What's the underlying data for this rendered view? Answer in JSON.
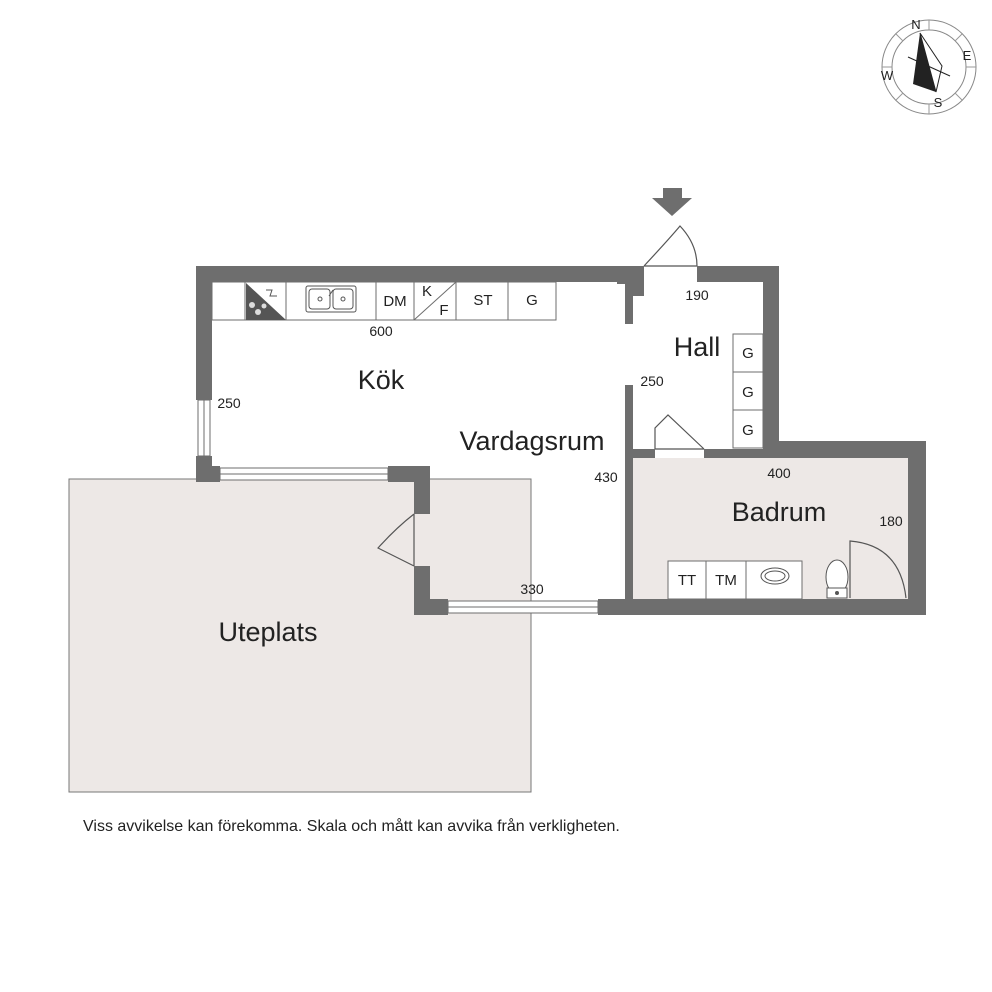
{
  "rooms": {
    "kok": "Kök",
    "vardagsrum": "Vardagsrum",
    "hall": "Hall",
    "badrum": "Badrum",
    "uteplats": "Uteplats"
  },
  "dimensions": {
    "kok_width": "600",
    "kok_height": "250",
    "hall_width": "190",
    "hall_height": "250",
    "vardagsrum_height": "430",
    "vardagsrum_width": "330",
    "badrum_width": "400",
    "badrum_height": "180"
  },
  "fixtures": {
    "dishwasher": "DM",
    "fridge": "K",
    "freezer": "F",
    "storage": "ST",
    "wardrobe": "G",
    "dryer": "TT",
    "washer": "TM"
  },
  "compass": {
    "north": "N",
    "east": "E",
    "south": "S",
    "west": "W"
  },
  "disclaimer": "Viss avvikelse kan förekomma. Skala och mått kan avvika från verkligheten.",
  "colors": {
    "wall": "#6e6e6e",
    "floor_tint": "#ede8e6",
    "line": "#555555"
  }
}
